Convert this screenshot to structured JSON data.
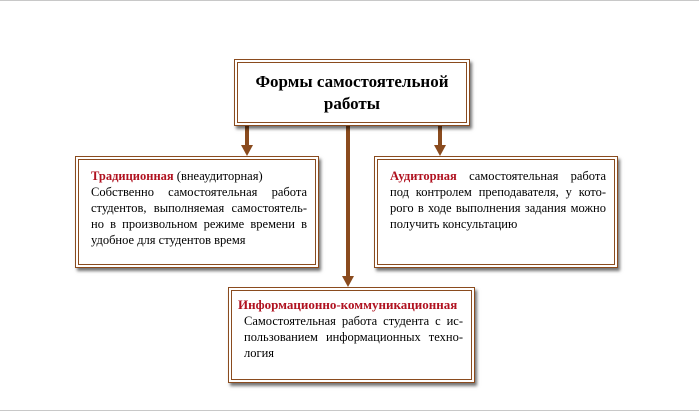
{
  "diagram": {
    "title": {
      "line1": "Формы самостоятельной",
      "line2": "работы"
    },
    "traditional": {
      "lead": "Традиционная",
      "lead_suffix": " (внеаудиторная)",
      "lines": [
        "Собственно самостоятельная работа",
        "студентов, выполняемая самостоятель-",
        "но в произвольном режиме времени в",
        "удобное для студентов время"
      ]
    },
    "auditory": {
      "lead": "Аудиторная",
      "lead_suffix": " самостоятельная работа",
      "lines": [
        "под контролем преподавателя, у кото-",
        "рого в ходе выполнения задания можно",
        "получить консультацию"
      ]
    },
    "info": {
      "lead": "Информационно-коммуникационная",
      "lines": [
        "Самостоятельная работа студента с ис-",
        "пользованием информационных техно-",
        "логия"
      ]
    },
    "colors": {
      "border": "#8a4b1e",
      "arrow": "#8a4b1e",
      "lead_text": "#b01220"
    }
  }
}
